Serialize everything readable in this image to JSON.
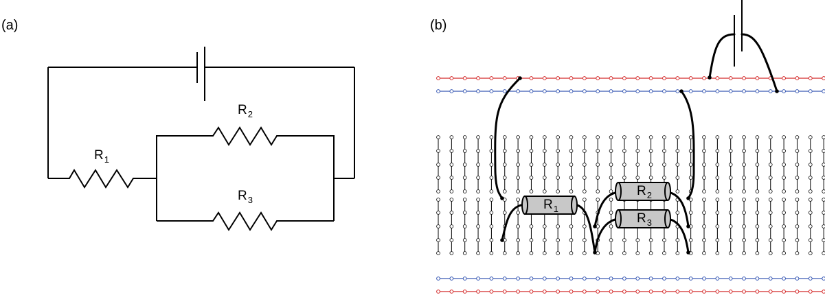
{
  "panel_a": {
    "label": "(a)"
  },
  "panel_b": {
    "label": "(b)"
  },
  "resistors": [
    {
      "letter": "R",
      "sub": "1"
    },
    {
      "letter": "R",
      "sub": "2"
    },
    {
      "letter": "R",
      "sub": "3"
    }
  ],
  "colors": {
    "rail_red": "#d42a2a",
    "rail_blue": "#3b5bb5",
    "resistor_fill": "#c8c8c8"
  }
}
